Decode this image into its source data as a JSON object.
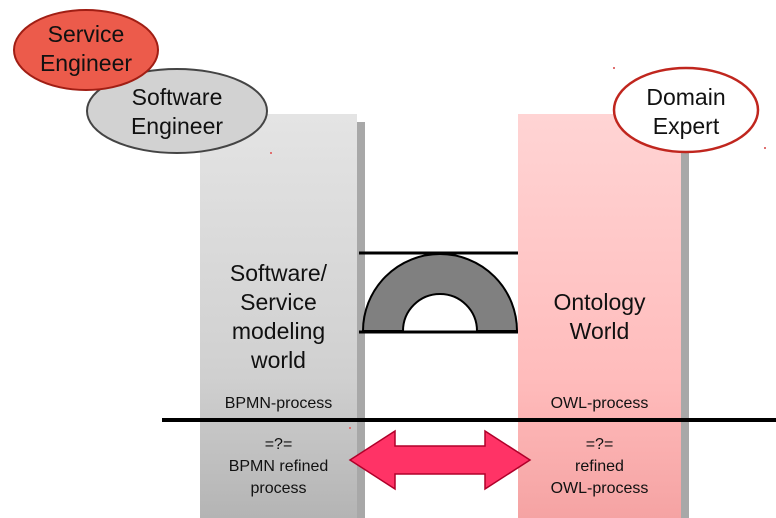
{
  "roles": {
    "service_engineer": "Service\nEngineer",
    "software_engineer": "Software\nEngineer",
    "domain_expert": "Domain\nExpert"
  },
  "left_column": {
    "world_label": "Software/\nService\nmodeling\nworld",
    "process_label": "BPMN-process",
    "refined_label": "=?=\nBPMN refined\nprocess"
  },
  "right_column": {
    "world_label": "Ontology\nWorld",
    "process_label": "OWL-process",
    "refined_label": "=?=\nrefined\nOWL-process"
  },
  "colors": {
    "left_column_fill": "#d6d6d6",
    "right_column_fill": "#ffc4c4",
    "service_engineer_fill": "#ec5b4b",
    "software_engineer_fill": "#d2d2d2",
    "domain_expert_stroke": "#c0261e",
    "bridge_fill": "#808080",
    "arrow_fill": "#ff3366"
  }
}
